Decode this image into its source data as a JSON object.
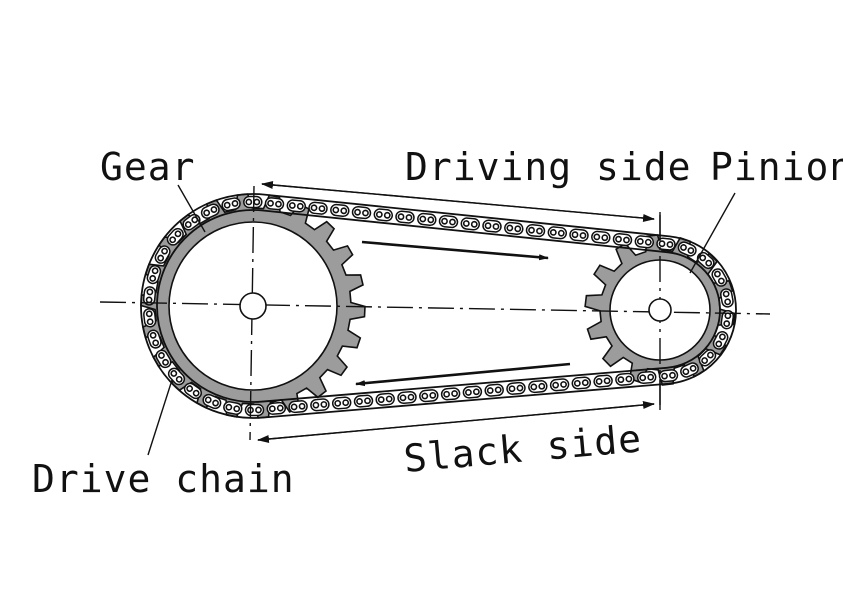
{
  "labels": {
    "gear": "Gear",
    "pinion": "Pinion",
    "driving_side": "Driving side",
    "slack_side": "Slack side",
    "drive_chain": "Drive chain"
  },
  "colors": {
    "gear_fill": "#9c9c9c",
    "line": "#111111",
    "background": "#ffffff"
  }
}
